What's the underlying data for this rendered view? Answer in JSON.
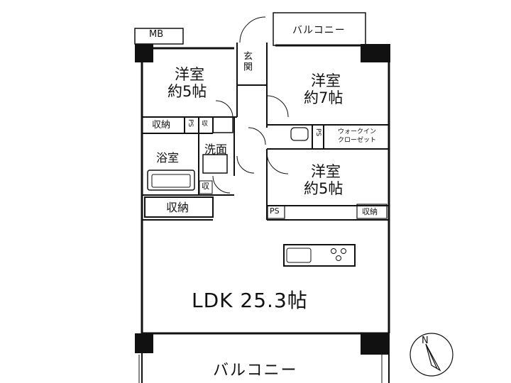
{
  "plan": {
    "mb": "MB",
    "balcony_top": "バルコニー",
    "entrance": "玄関",
    "room_5a": {
      "name": "洋室",
      "size": "約5帖"
    },
    "room_7": {
      "name": "洋室",
      "size": "約7帖"
    },
    "room_5b": {
      "name": "洋室",
      "size": "約5帖"
    },
    "storage_label": "収納",
    "storage_short": "収",
    "ps": "PS",
    "ps_vertical": "PS",
    "walkin_line1": "ウォークイン",
    "walkin_line2": "クローゼット",
    "bathroom": "浴室",
    "washroom": "洗面",
    "ldk": "LDK 25.3帖",
    "balcony_bottom": "バルコニー",
    "compass_north": "N"
  }
}
